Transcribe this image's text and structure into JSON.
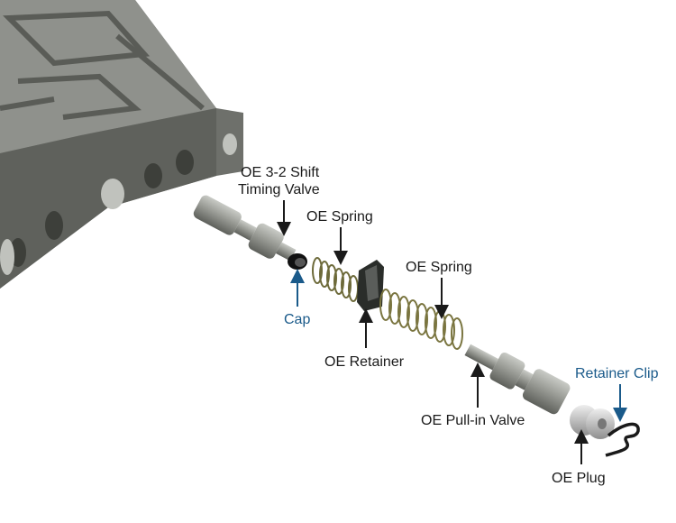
{
  "labels": {
    "shift_valve_line1": "OE 3-2 Shift",
    "shift_valve_line2": "Timing Valve",
    "spring1": "OE Spring",
    "cap": "Cap",
    "retainer": "OE Retainer",
    "spring2": "OE Spring",
    "pullin_valve": "OE Pull-in Valve",
    "retainer_clip": "Retainer Clip",
    "plug": "OE Plug"
  },
  "colors": {
    "oe_label": "#1a1a1a",
    "new_part_label": "#1a5a8a"
  }
}
